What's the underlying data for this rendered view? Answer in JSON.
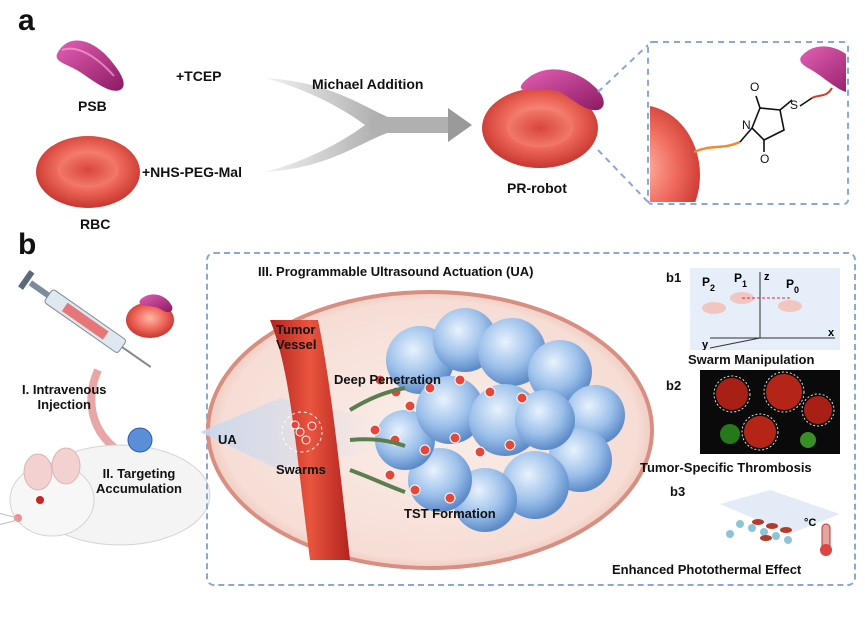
{
  "panel_a": {
    "letter": "a",
    "psb_label": "PSB",
    "rbc_label": "RBC",
    "reagent_1": "+TCEP",
    "reagent_2": "+NHS-PEG-Mal",
    "reaction": "Michael Addition",
    "product": "PR-robot",
    "molecule_n": "N",
    "molecule_s": "S",
    "molecule_o_top": "O",
    "molecule_o_bottom": "O"
  },
  "panel_b": {
    "letter": "b",
    "step_1": "I. Intravenous\nInjection",
    "step_2": "II. Targeting\nAccumulation",
    "step_3": "III. Programmable Ultrasound Actuation (UA)",
    "ua_label": "UA",
    "tumor_vessel": "Tumor\nVessel",
    "swarms": "Swarms",
    "deep_penetration": "Deep Penetration",
    "tst_formation": "TST Formation",
    "b1": {
      "tag": "b1",
      "caption": "Swarm Manipulation",
      "p2": "P",
      "p2_sub": "2",
      "p1": "P",
      "p1_sub": "1",
      "p0": "P",
      "p0_sub": "0",
      "axis_z": "z",
      "axis_x": "x",
      "axis_y": "y"
    },
    "b2": {
      "tag": "b2",
      "caption": "Tumor-Specific Thrombosis"
    },
    "b3": {
      "tag": "b3",
      "caption": "Enhanced Photothermal Effect",
      "temp_unit": "°C"
    }
  },
  "colors": {
    "rbc": "#e8584f",
    "psb": "#c02c8a",
    "dash": "#8aa7d6",
    "tumor": "#8fb8e8"
  }
}
